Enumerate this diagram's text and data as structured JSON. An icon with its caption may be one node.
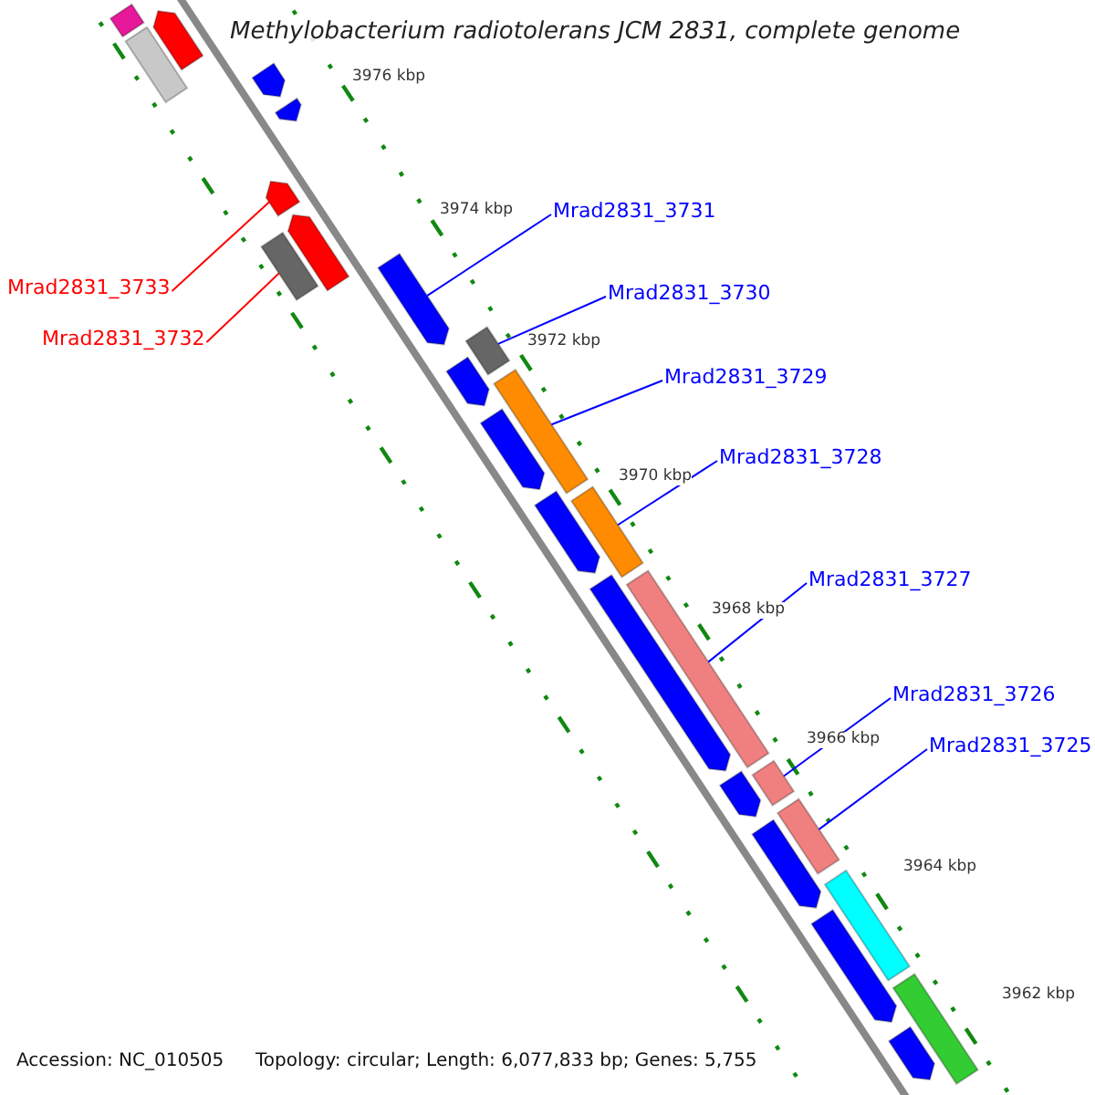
{
  "diagram": {
    "title": "Methylobacterium radiotolerans JCM 2831, complete genome",
    "nodes": [
      {
        "text": [
          "Mrad2831_3731"
        ]
      },
      {
        "text": [
          "Mrad2831_3733"
        ]
      },
      {
        "text": [
          "Mrad2831_3730"
        ]
      },
      {
        "text": [
          "Mrad2831_3732"
        ]
      },
      {
        "text": [
          "Mrad2831_3729"
        ]
      },
      {
        "text": [
          "Mrad2831_3728"
        ]
      },
      {
        "text": [
          "Mrad2831_3727"
        ]
      },
      {
        "text": [
          "Mrad2831_3726"
        ]
      },
      {
        "text": [
          "Mrad2831_3725"
        ]
      },
      {
        "text": [],
        "shape": "bar"
      },
      {
        "text": [],
        "shape": "bar"
      },
      {
        "text": [],
        "shape": "bar"
      },
      {
        "text": [],
        "shape": "bar"
      },
      {
        "text": [],
        "shape": "bar"
      },
      {
        "text": [],
        "shape": "bar"
      },
      {
        "text": [],
        "shape": "bar"
      },
      {
        "text": [],
        "shape": "bar"
      },
      {
        "text": [],
        "shape": "bar"
      },
      {
        "text": [],
        "shape": "bar"
      },
      {
        "text": [],
        "shape": "bar"
      },
      {
        "text": [],
        "shape": "bar"
      },
      {
        "text": [],
        "shape": "bar"
      },
      {
        "text": [],
        "shape": "bar"
      },
      {
        "text": [],
        "shape": "bar"
      },
      {
        "text": [],
        "shape": "bar"
      },
      {
        "text": [],
        "shape": "bar"
      },
      {
        "text": [],
        "shape": "bar"
      },
      {
        "text": [],
        "shape": "bar"
      },
      {
        "text": [],
        "shape": "bar"
      },
      {
        "text": [],
        "shape": "bar"
      },
      {
        "text": [],
        "shape": "bar"
      },
      {
        "text": [],
        "shape": "bar"
      },
      {
        "text": [],
        "shape": "bar"
      },
      {
        "text": [],
        "shape": "bar"
      }
    ],
    "edges": [
      {
        "from": 0,
        "to": 17,
        "arrow": "none"
      },
      {
        "from": 1,
        "to": 14,
        "arrow": "none",
        "color": "#ff0000"
      },
      {
        "from": 2,
        "to": 18,
        "arrow": "none"
      },
      {
        "from": 3,
        "to": 15,
        "arrow": "none",
        "color": "#ff0000"
      },
      {
        "from": 4,
        "to": 20,
        "arrow": "none"
      },
      {
        "from": 5,
        "to": 23,
        "arrow": "none"
      },
      {
        "from": 6,
        "to": 25,
        "arrow": "none"
      },
      {
        "from": 7,
        "to": 27,
        "arrow": "none"
      },
      {
        "from": 8,
        "to": 28,
        "arrow": "none"
      }
    ],
    "labels": [
      "3976 kbp",
      "3974 kbp",
      "3972 kbp",
      "3970 kbp",
      "3968 kbp",
      "3966 kbp",
      "3964 kbp",
      "3962 kbp",
      "Accession: NC_010505",
      "Topology: circular; Length: 6,077,833 bp; Genes: 5,755"
    ]
  }
}
